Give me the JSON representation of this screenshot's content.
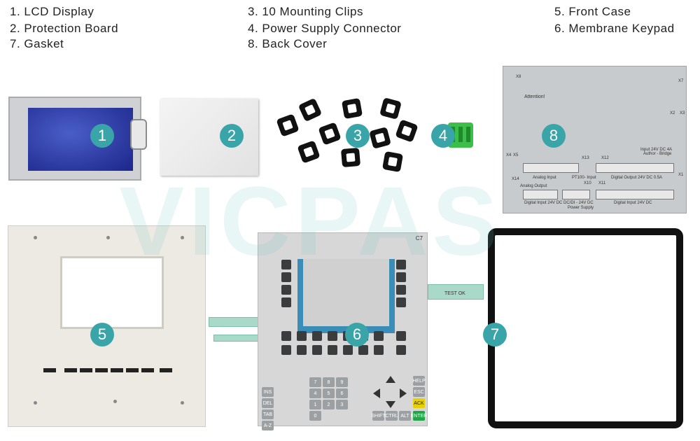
{
  "legend": [
    {
      "text": "1. LCD Display"
    },
    {
      "text": "2. Protection Board"
    },
    {
      "text": "7. Gasket"
    },
    {
      "text": "3. 10 Mounting Clips"
    },
    {
      "text": "4. Power Supply Connector"
    },
    {
      "text": "8. Back Cover"
    },
    {
      "text": "5. Front Case"
    },
    {
      "text": "6. Membrane Keypad"
    }
  ],
  "badges": [
    "1",
    "2",
    "3",
    "4",
    "5",
    "6",
    "7",
    "8"
  ],
  "watermark": "VICPAS",
  "colors": {
    "badge": "#3aa5a8",
    "lcd_screen": "#2a3aa8",
    "connector": "#3cbf4a",
    "gasket": "#111111"
  },
  "back_cover": {
    "labels": [
      "X8",
      "X7",
      "Attention!",
      "X2",
      "X3",
      "X4",
      "X5",
      "X13",
      "X12",
      "X1",
      "X14",
      "X10",
      "X11",
      "Analog Input",
      "PT100- Input",
      "Digital Output 24V DC 0.5A",
      "Analog Output",
      "Digital Input 24V DC",
      "DC/DI - 24V DC",
      "Power Supply",
      "Digital Input 24V DC",
      "Input 24V DC 4A",
      "Author - Bridge"
    ]
  },
  "membrane": {
    "label": "C7",
    "test_label": "TEST OK",
    "keys": [
      "HELP",
      "ESC",
      "ACK",
      "ENTER",
      "SHIFT",
      "CTRL",
      "ALT",
      "INS",
      "DEL",
      "TAB",
      "A-Z",
      "7",
      "8",
      "9",
      "4",
      "5",
      "6",
      "1",
      "2",
      "3",
      "0"
    ]
  }
}
